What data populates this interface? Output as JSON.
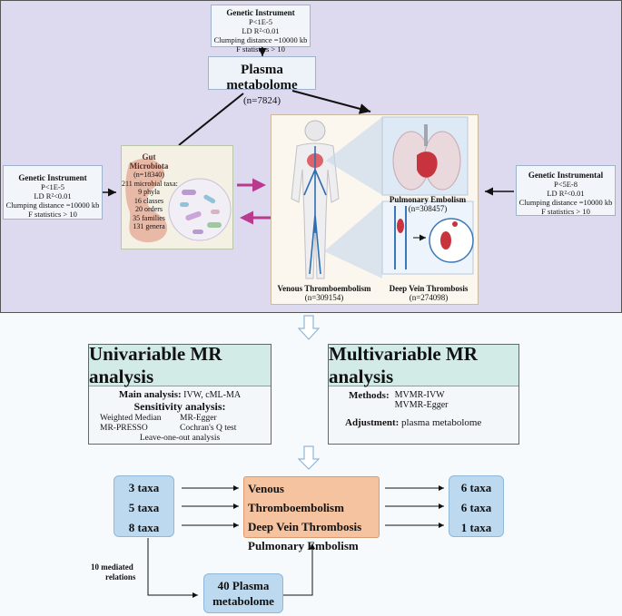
{
  "genetic_top": {
    "title": "Genetic Instrument",
    "lines": [
      "P<1E-5",
      "LD R²<0.01",
      "Clumping distance =10000 kb",
      "F statistics > 10"
    ]
  },
  "genetic_left": {
    "title": "Genetic Instrument",
    "lines": [
      "P<1E-5",
      "LD R²<0.01",
      "Clumping distance =10000 kb",
      "F statistics > 10"
    ]
  },
  "genetic_right": {
    "title": "Genetic Instrumental",
    "lines": [
      "P<5E-8",
      "LD R²<0.01",
      "Clumping distance =10000 kb",
      "F statistics > 10"
    ]
  },
  "plasma": {
    "title": "Plasma metabolome",
    "n": "(n=7824)"
  },
  "microbiota": {
    "title": "Gut Microbiota",
    "lines": [
      "(n=18340)",
      "211 microbial taxa:",
      "9 phyla",
      "16 classes",
      "20 orders",
      "35 families",
      "131 genera"
    ]
  },
  "outcomes": {
    "pe": {
      "name": "Pulmonary Embolism",
      "n": "(n=308457)"
    },
    "vte": {
      "name": "Venous Thromboembolism",
      "n": "(n=309154)"
    },
    "dvt": {
      "name": "Deep Vein Thrombosis",
      "n": "(n=274098)"
    }
  },
  "univariable": {
    "title": "Univariable MR analysis",
    "main_label": "Main analysis:",
    "main_value": "IVW, cML-MA",
    "sens_label": "Sensitivity analysis:",
    "sens_items": [
      "Weighted Median",
      "MR-Egger",
      "MR-PRESSO",
      "Cochran's Q test"
    ],
    "loo": "Leave-one-out analysis"
  },
  "multivariable": {
    "title": "Multivariable MR analysis",
    "methods_label": "Methods:",
    "methods": [
      "MVMR-IVW",
      "MVMR-Egger"
    ],
    "adjust_label": "Adjustment:",
    "adjust_value": "plasma metabolome"
  },
  "left_taxa": [
    "3 taxa",
    "5 taxa",
    "8 taxa"
  ],
  "diseases": [
    "Venous Thromboembolism",
    "Deep Vein Thrombosis",
    "Pulmonary Embolism"
  ],
  "right_taxa": [
    "6 taxa",
    "6 taxa",
    "1 taxa"
  ],
  "mediated": [
    "10 mediated",
    "relations"
  ],
  "plasma_bottom": [
    "40 Plasma",
    "metabolome"
  ]
}
